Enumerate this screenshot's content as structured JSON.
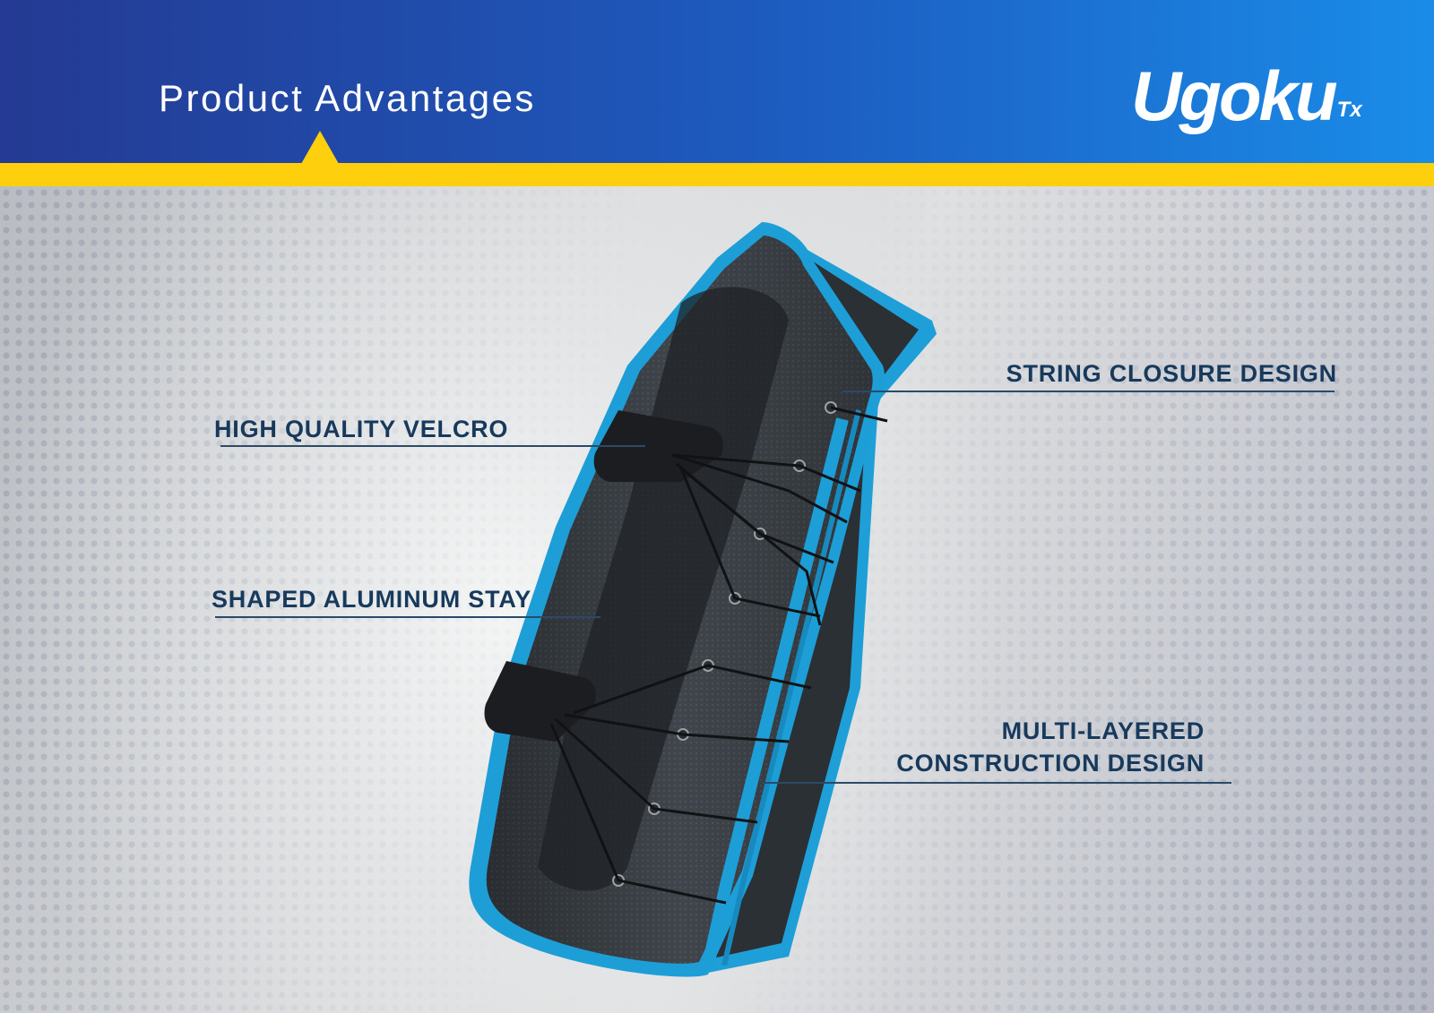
{
  "header": {
    "title": "Product Advantages",
    "logo_main": "Ugoku",
    "logo_sub": "Tx"
  },
  "callouts": {
    "string_closure": "STRING CLOSURE DESIGN",
    "velcro": "HIGH QUALITY VELCRO",
    "aluminum_stay": "SHAPED ALUMINUM STAY",
    "multi_layered_line1": "MULTI-LAYERED",
    "multi_layered_line2": "CONSTRUCTION DESIGN"
  },
  "colors": {
    "header_blue_left": "#243a93",
    "header_blue_right": "#1a8ce8",
    "accent_yellow": "#fdcf0c",
    "callout_text": "#173a5c",
    "brace_trim": "#1e9ed6",
    "brace_fabric": "#3a3f44"
  }
}
